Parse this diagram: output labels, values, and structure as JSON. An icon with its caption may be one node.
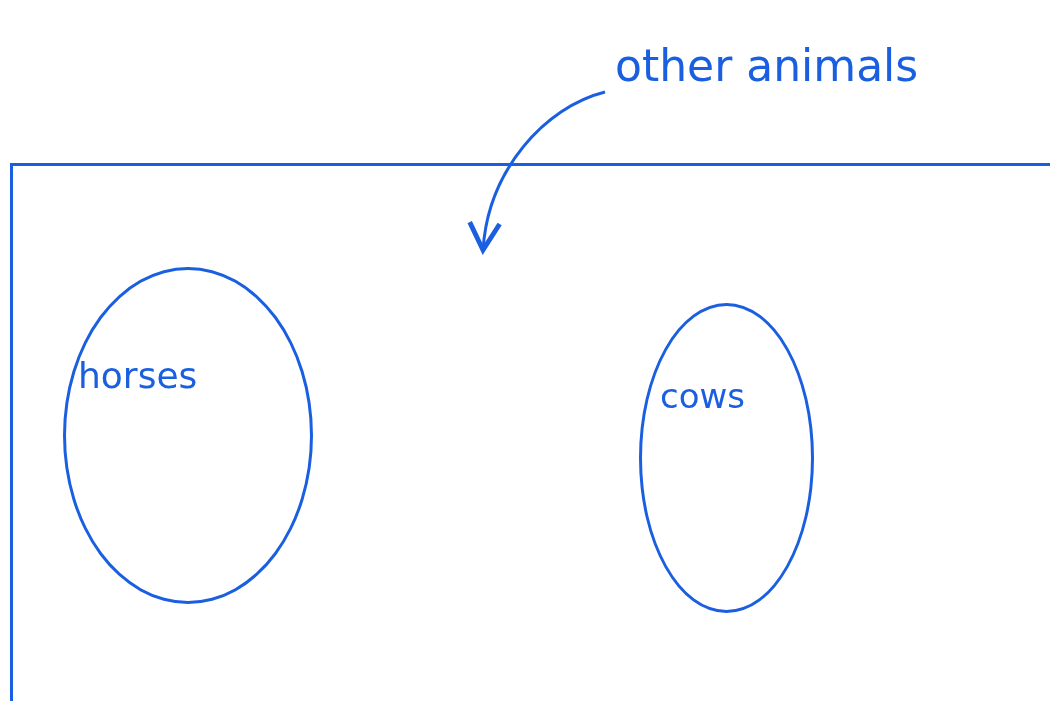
{
  "diagram": {
    "nodes": [
      {
        "text": [
          "other animals"
        ]
      },
      {
        "text": [],
        "shape": "box"
      },
      {
        "text": [
          "horses"
        ],
        "in": 1
      },
      {
        "text": [
          "cows"
        ],
        "in": 1
      }
    ],
    "edges": [
      {
        "from": 0,
        "to": 1,
        "arrow": "to"
      }
    ]
  }
}
